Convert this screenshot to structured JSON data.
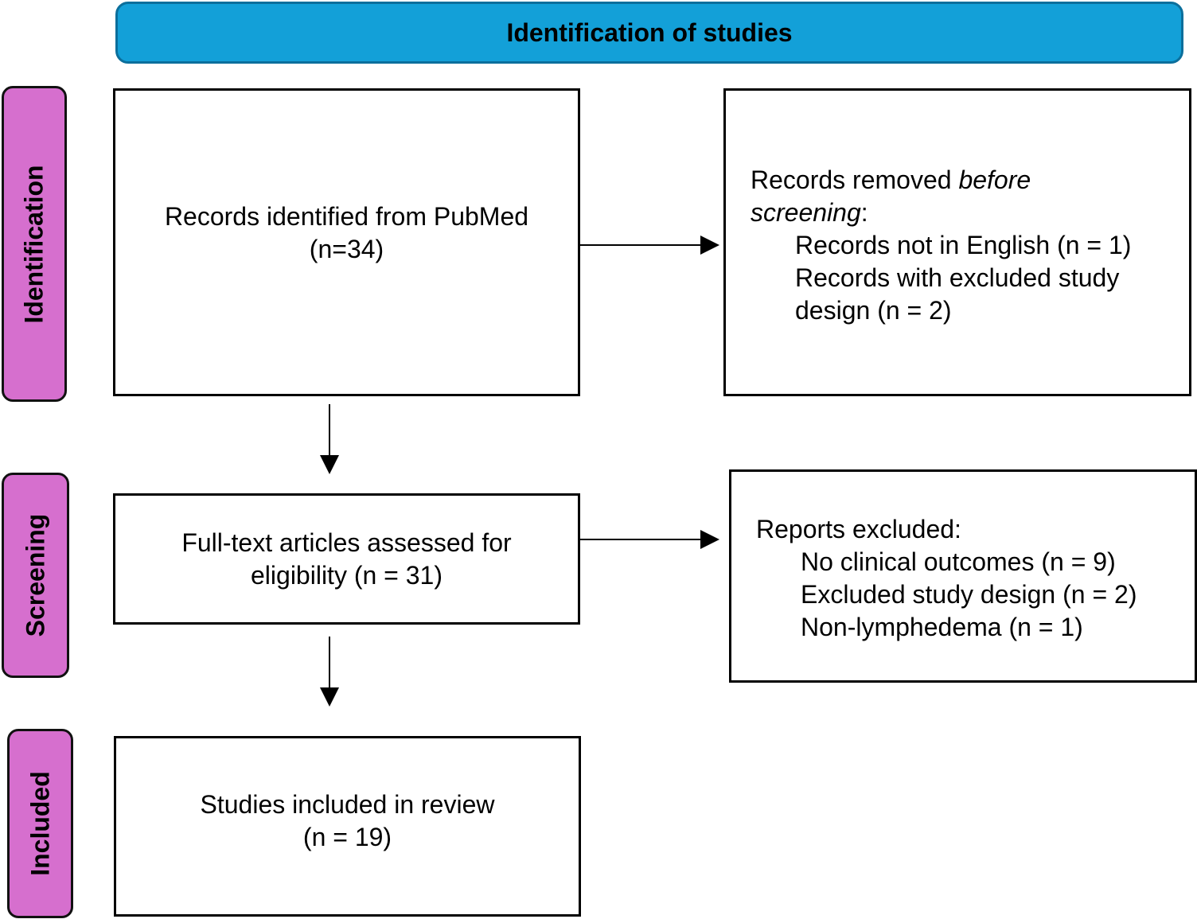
{
  "header": {
    "title": "Identification of studies"
  },
  "phases": {
    "identification": "Identification",
    "screening": "Screening",
    "included": "Included"
  },
  "boxes": {
    "identified": {
      "line1": "Records identified from PubMed",
      "line2": "(n=34)"
    },
    "removed": {
      "prefix": "Records removed ",
      "emph1": "before",
      "emph2": "screening",
      "suffix": ":",
      "items": [
        "Records not in English (n = 1)",
        "Records with excluded study",
        "design (n = 2)"
      ]
    },
    "assessed": {
      "line1": "Full-text articles assessed for",
      "line2": "eligibility (n = 31)"
    },
    "excluded": {
      "heading": "Reports excluded:",
      "items": [
        "No clinical outcomes (n = 9)",
        "Excluded study design (n = 2)",
        "Non-lymphedema (n = 1)"
      ]
    },
    "included": {
      "line1": "Studies included in review",
      "line2": "(n = 19)"
    }
  },
  "colors": {
    "banner": "#13a0d8",
    "phase": "#d66fce"
  }
}
